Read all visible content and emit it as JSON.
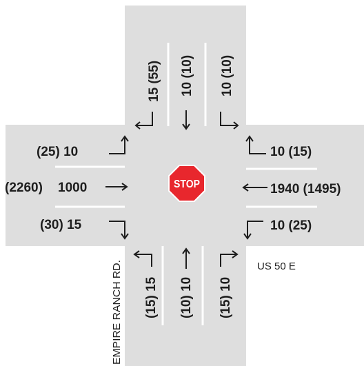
{
  "colors": {
    "road": "#dedede",
    "lane_marking": "#ffffff",
    "ink": "#1e1e1e",
    "stop_sign": "#e8272d",
    "stop_text": "#ffffff"
  },
  "sign": {
    "text": "STOP",
    "icon": "stop-sign-icon"
  },
  "streets": {
    "horizontal": "US 50 E",
    "vertical": "EMPIRE RANCH RD."
  },
  "counts": {
    "north_approach": {
      "right": "15 (55)",
      "through": "10 (10)",
      "left": "10 (10)"
    },
    "south_approach": {
      "left": "(15) 15",
      "through": "(10) 10",
      "right": "(15) 10"
    },
    "west_approach": {
      "left": "(25) 10",
      "through_am": "(2260)",
      "through_pm": "1000",
      "right": "(30) 15"
    },
    "east_approach": {
      "left": "10 (15)",
      "through": "1940 (1495)",
      "right": "10 (25)"
    }
  }
}
